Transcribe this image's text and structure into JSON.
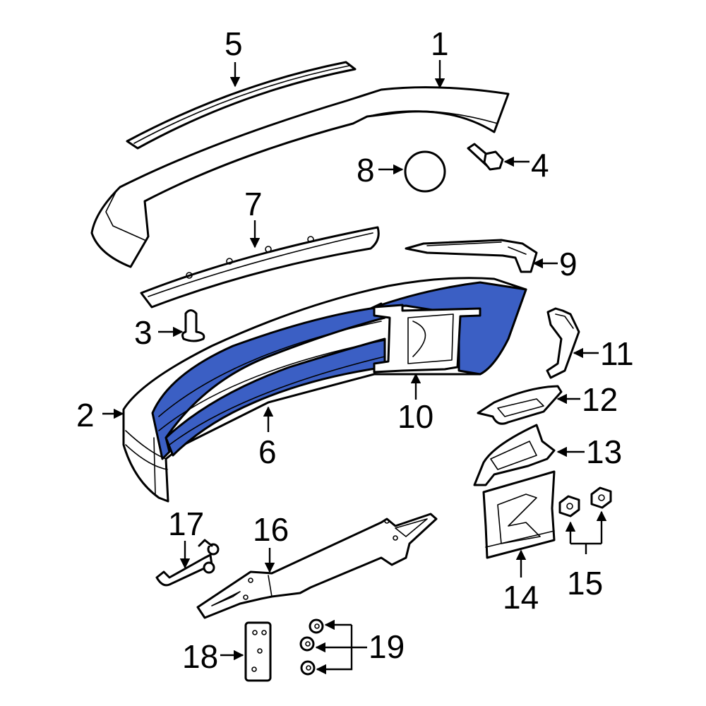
{
  "diagram": {
    "title": "Rear Bumper Assembly Parts Diagram",
    "highlight_color": "#3b5fc4",
    "line_color": "#000000",
    "background": "#ffffff",
    "highlighted_part": "6"
  },
  "callouts": [
    {
      "number": "1",
      "part": "bumper-cover-upper"
    },
    {
      "number": "2",
      "part": "bumper-cover"
    },
    {
      "number": "3",
      "part": "push-pin-retainer"
    },
    {
      "number": "4",
      "part": "bolt"
    },
    {
      "number": "5",
      "part": "upper-molding"
    },
    {
      "number": "6",
      "part": "energy-absorber"
    },
    {
      "number": "7",
      "part": "step-pad"
    },
    {
      "number": "8",
      "part": "plug"
    },
    {
      "number": "9",
      "part": "side-bracket"
    },
    {
      "number": "10",
      "part": "center-bracket"
    },
    {
      "number": "11",
      "part": "support-bracket"
    },
    {
      "number": "12",
      "part": "bracket-upper"
    },
    {
      "number": "13",
      "part": "bracket-middle"
    },
    {
      "number": "14",
      "part": "mounting-bracket"
    },
    {
      "number": "15",
      "part": "nut"
    },
    {
      "number": "16",
      "part": "bumper-bracket-arm"
    },
    {
      "number": "17",
      "part": "pin"
    },
    {
      "number": "18",
      "part": "plate"
    },
    {
      "number": "19",
      "part": "nut-flange"
    }
  ]
}
